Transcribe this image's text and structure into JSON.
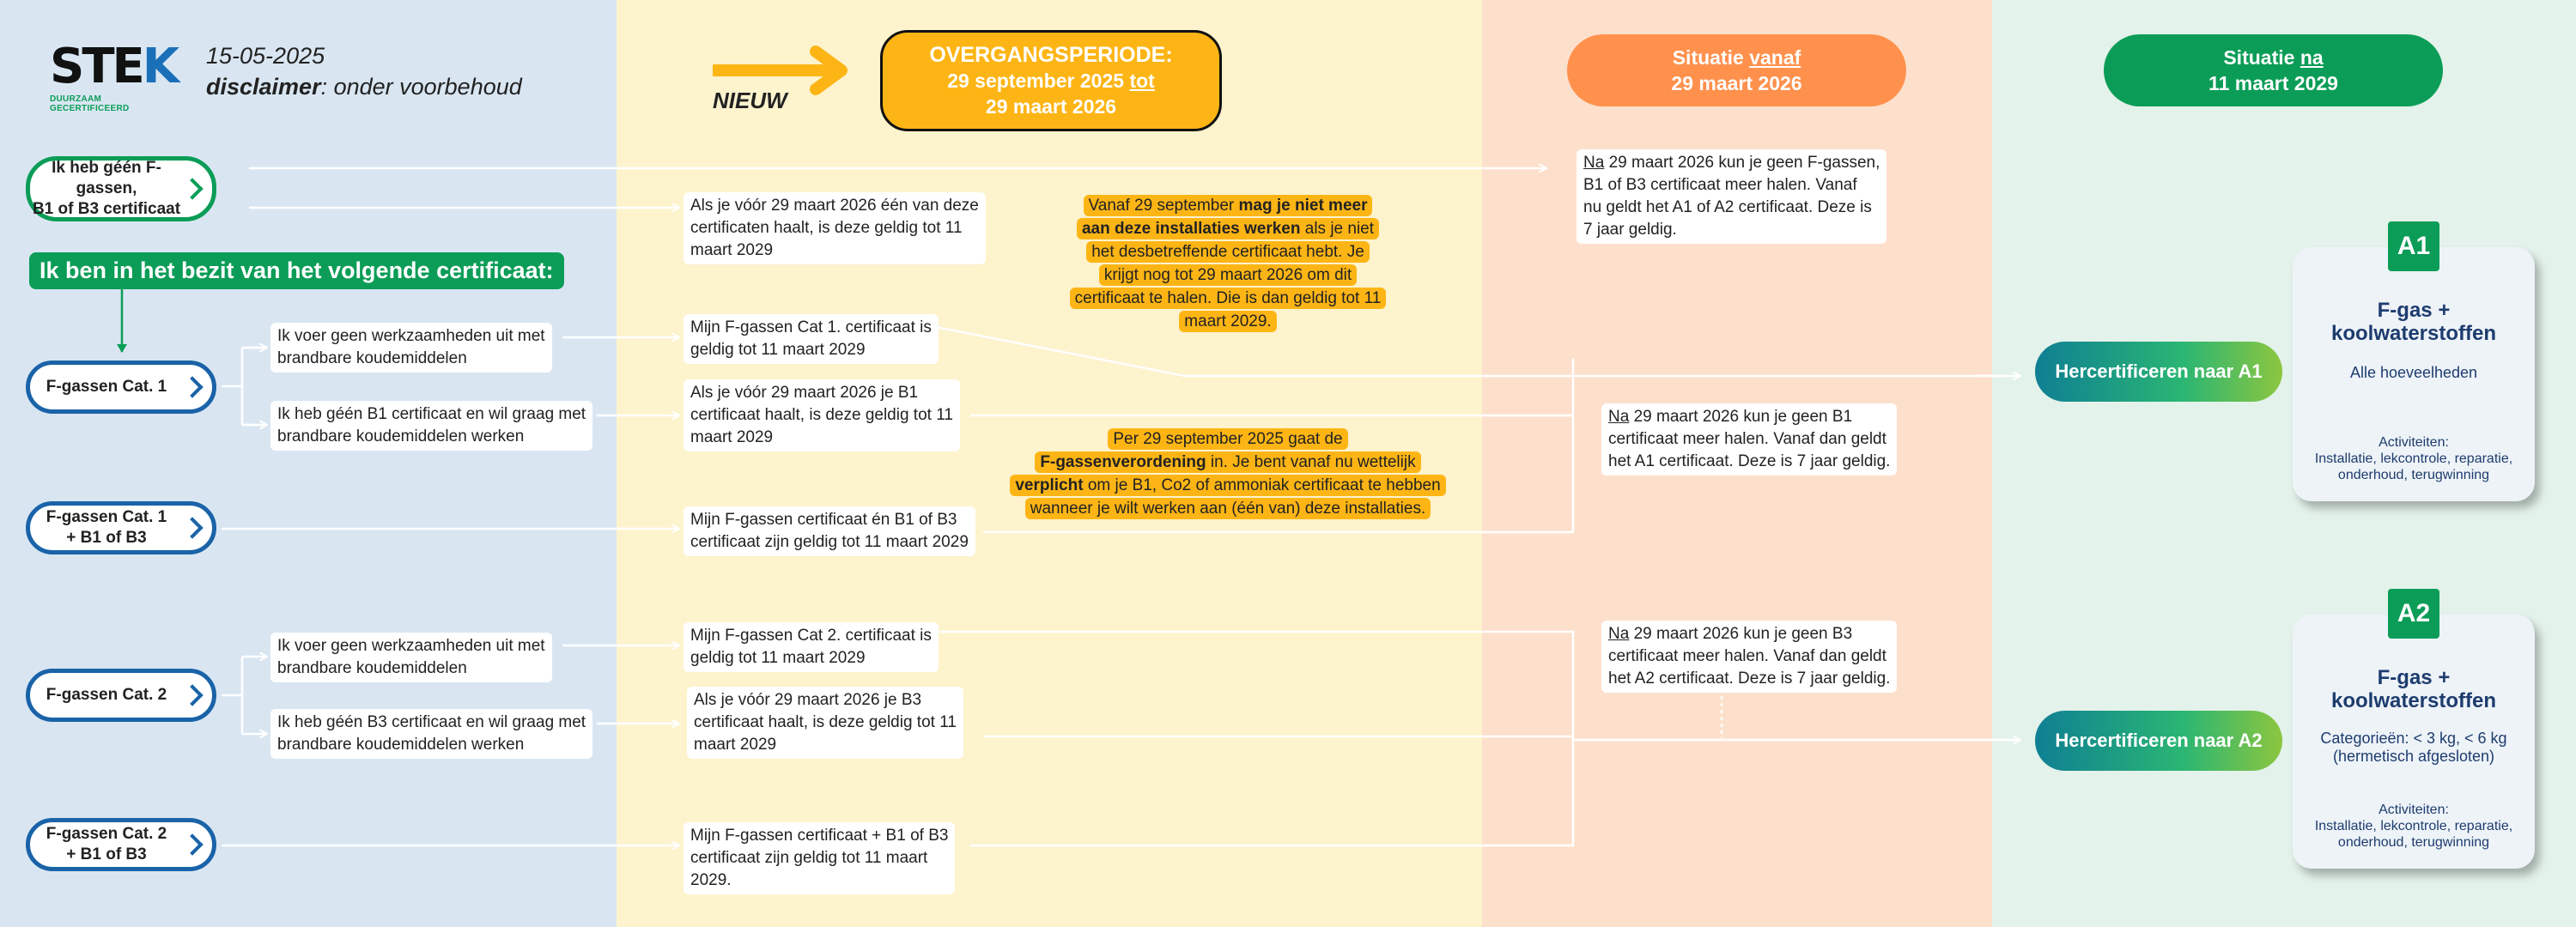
{
  "colors": {
    "col1": "#d9e6f2",
    "col2": "#fdf3cd",
    "col3": "#fde0cc",
    "col4": "#e3f2ea",
    "accent_yellow": "#fdb515",
    "accent_orange": "#ff914d",
    "accent_green": "#0b9d57",
    "accent_blue": "#1a63a8"
  },
  "header": {
    "logo_text_1": "STE",
    "logo_text_2": "K",
    "logo_sub": "DUURZAAM GECERTIFICEERD",
    "date": "15-05-2025",
    "disclaimer_label": "disclaimer",
    "disclaimer_text": ": onder voorbehoud",
    "nieuw": "NIEUW",
    "overgang_title": "OVERGANGSPERIODE:",
    "overgang_l2a": "29 september 2025 ",
    "overgang_l2b": "tot",
    "overgang_l3": "29 maart 2026",
    "vanaf_a": "Situatie ",
    "vanaf_b": "vanaf",
    "vanaf_date": "29 maart 2026",
    "na_a": "Situatie ",
    "na_b": "na",
    "na_date": "11 maart 2029"
  },
  "left": {
    "geen_1": "Ik heb géén F-gassen,",
    "geen_2": "B1 of B3 certificaat",
    "bezit": "Ik ben in het bezit van het volgende certificaat:",
    "cat1": "F-gassen Cat. 1",
    "cat1b1_1": "F-gassen Cat. 1",
    "cat1b1_2": "+ B1 of B3",
    "cat2": "F-gassen Cat. 2",
    "cat2b1_1": "F-gassen Cat. 2",
    "cat2b1_2": "+ B1 of B3"
  },
  "choices": {
    "c1a_1": "Ik voer geen werkzaamheden uit met",
    "c1a_2": "brandbare koudemiddelen",
    "c1b_1": "Ik heb géén B1 certificaat en wil graag met",
    "c1b_2": "brandbare koudemiddelen werken",
    "c2a_1": "Ik voer geen werkzaamheden uit met",
    "c2a_2": "brandbare koudemiddelen",
    "c2b_1": "Ik heb géén B3 certificaat en wil graag met",
    "c2b_2": "brandbare koudemiddelen werken"
  },
  "transition": {
    "t0_1": "Als je vóór 29 maart 2026 één van deze",
    "t0_2": "certificaten haalt, is deze geldig tot 11",
    "t0_3": "maart 2029",
    "t1_1": "Mijn F-gassen Cat 1. certificaat is",
    "t1_2": "geldig tot 11 maart 2029",
    "t2_1": "Als je vóór 29 maart 2026 je B1",
    "t2_2": "certificaat haalt, is deze geldig tot 11",
    "t2_3": "maart 2029",
    "t3_1": "Mijn F-gassen certificaat én B1 of B3",
    "t3_2": "certificaat zijn geldig tot 11 maart 2029",
    "t4_1": "Mijn F-gassen Cat 2. certificaat is",
    "t4_2": "geldig tot 11 maart 2029",
    "t5_1": "Als je vóór 29 maart 2026 je B3",
    "t5_2": "certificaat haalt, is deze geldig tot 11",
    "t5_3": "maart 2029",
    "t6_1": "Mijn F-gassen certificaat + B1 of B3",
    "t6_2": "certificaat zijn geldig tot 11 maart",
    "t6_3": "2029."
  },
  "overgang_notes": {
    "n1_1a": "Vanaf 29 september ",
    "n1_1b": "mag je niet meer",
    "n1_2": "aan deze installaties werken",
    "n1_2b": " als je niet",
    "n1_3": "het desbetreffende certificaat hebt. Je",
    "n1_4": "krijgt nog tot 29 maart 2026 om dit",
    "n1_5": "certificaat te halen. Die is dan geldig tot 11",
    "n1_6": "maart 2029.",
    "n2_1": "Per 29 september 2025 gaat de",
    "n2_2a": "F-gassenverordening",
    "n2_2b": " in. Je bent vanaf nu wettelijk",
    "n2_3a": "verplicht",
    "n2_3b": " om je B1, Co2 of ammoniak certificaat te hebben",
    "n2_4": "wanneer je wilt werken aan (één van) deze installaties."
  },
  "vanaf_notes": {
    "v1_na": "Na",
    "v1_1": " 29 maart 2026 kun je geen F-gassen,",
    "v1_2": "B1 of B3 certificaat meer halen. Vanaf",
    "v1_3": "nu geldt het A1 of A2 certificaat. Deze is",
    "v1_4": "7 jaar geldig.",
    "v2_na": "Na",
    "v2_1": " 29 maart 2026 kun je geen B1",
    "v2_2": "certificaat meer halen. Vanaf dan geldt",
    "v2_3": "het A1 certificaat. Deze is 7 jaar geldig.",
    "v3_na": "Na",
    "v3_1": " 29 maart 2026 kun je geen B3",
    "v3_2": "certificaat meer halen. Vanaf dan geldt",
    "v3_3": "het A2 certificaat. Deze is 7 jaar geldig."
  },
  "recert": {
    "a1": "Hercertificeren naar A1",
    "a2": "Hercertificeren naar A2"
  },
  "cards": {
    "a1_badge": "A1",
    "a1_title_1": "F-gas +",
    "a1_title_2": "koolwaterstoffen",
    "a1_desc": "Alle hoeveelheden",
    "a1_act_1": "Activiteiten:",
    "a1_act_2": "Installatie, lekcontrole, reparatie,",
    "a1_act_3": "onderhoud, terugwinning",
    "a2_badge": "A2",
    "a2_title_1": "F-gas +",
    "a2_title_2": "koolwaterstoffen",
    "a2_desc_1": "Categorieën: < 3 kg, < 6 kg",
    "a2_desc_2": "(hermetisch afgesloten)",
    "a2_act_1": "Activiteiten:",
    "a2_act_2": "Installatie, lekcontrole, reparatie,",
    "a2_act_3": "onderhoud, terugwinning"
  }
}
